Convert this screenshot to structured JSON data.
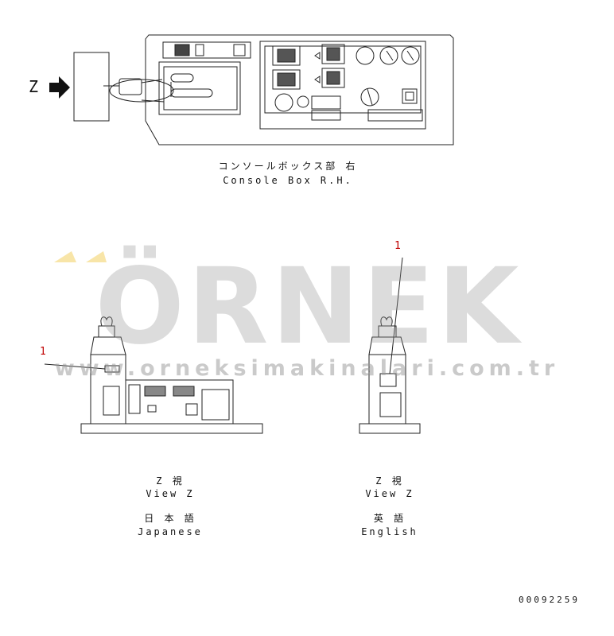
{
  "arrow_label": "Z",
  "console": {
    "title_jp": "コンソールボックス部  右",
    "title_en": "Console Box R.H."
  },
  "views": [
    {
      "callout": "1",
      "view_jp": "Z  視",
      "view_en": "View Z",
      "lang_jp": "日 本 語",
      "lang_en": "Japanese"
    },
    {
      "callout": "1",
      "view_jp": "Z  視",
      "view_en": "View Z",
      "lang_jp": "英 語",
      "lang_en": "English"
    }
  ],
  "drawing_number": "00092259",
  "watermark": {
    "brand": "ÖRNEK",
    "url": "www.orneksimakinalari.com.tr"
  },
  "colors": {
    "line": "#222222",
    "callout": "#c00000",
    "watermark": "#969696",
    "accent": "#f2d060"
  }
}
